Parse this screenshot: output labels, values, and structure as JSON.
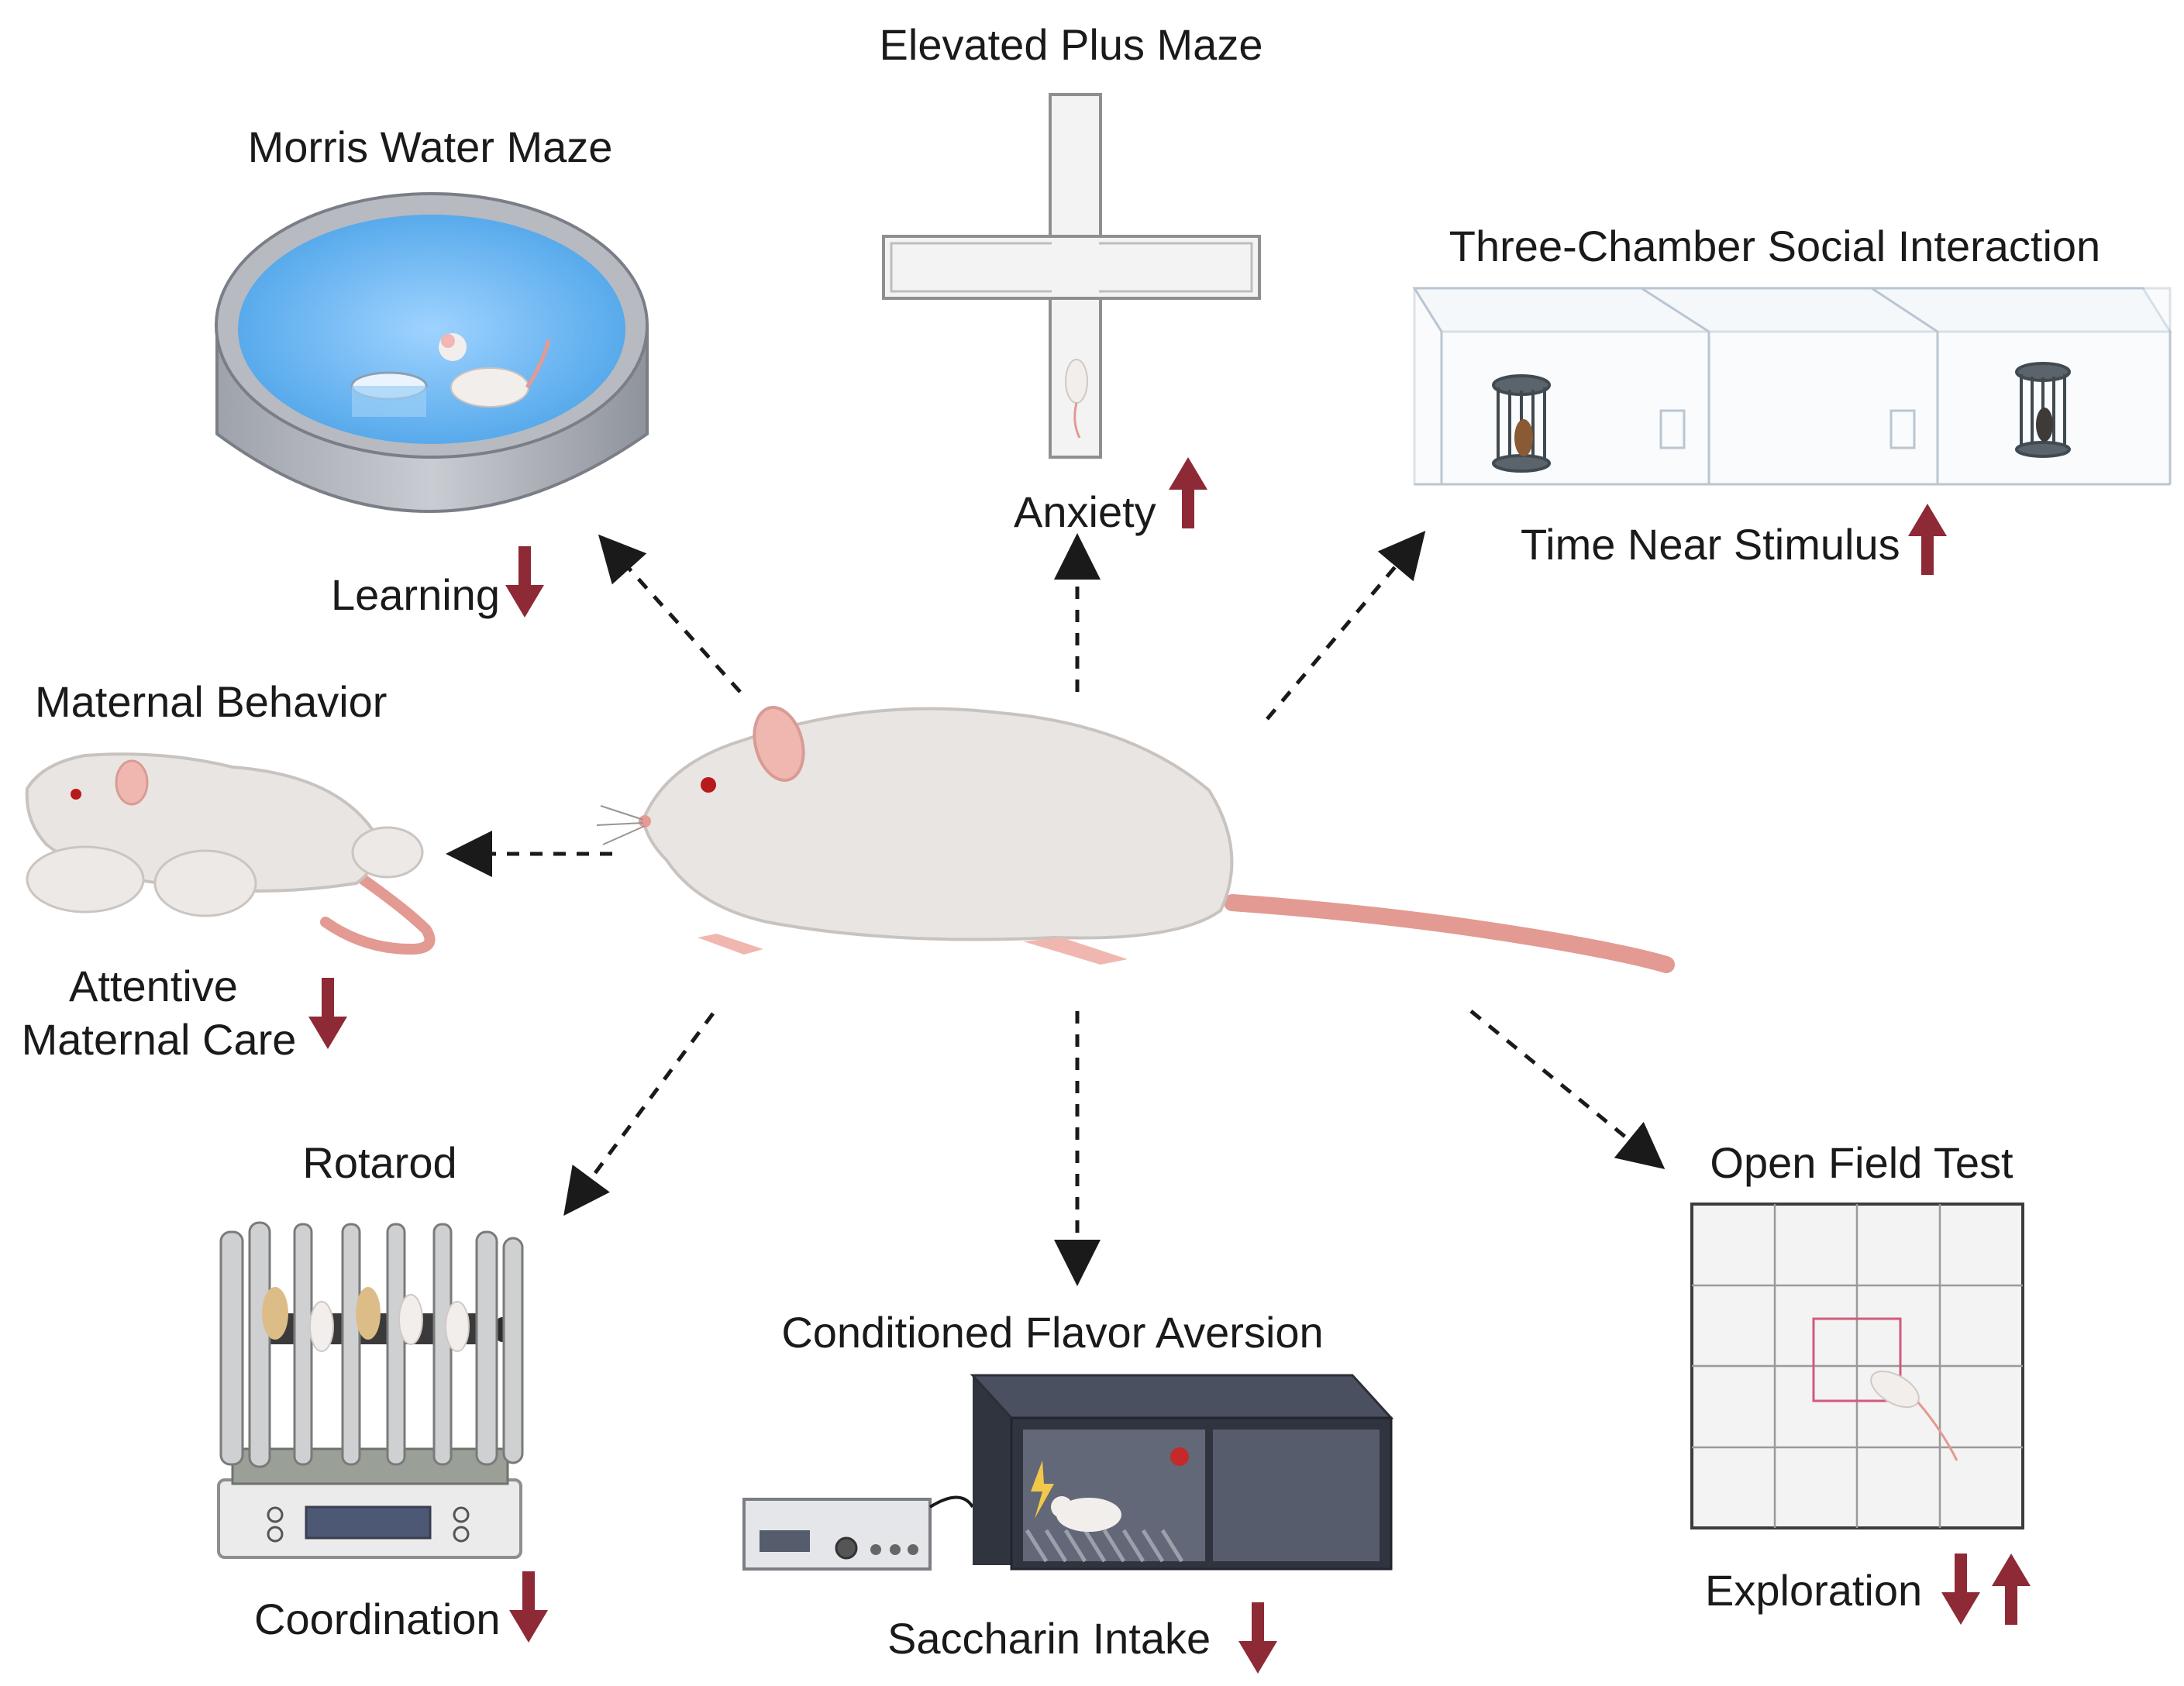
{
  "tests": {
    "elevated_plus_maze": {
      "title": "Elevated Plus Maze",
      "outcome": "Anxiety",
      "direction": "up"
    },
    "morris_water_maze": {
      "title": "Morris Water Maze",
      "outcome": "Learning",
      "direction": "down"
    },
    "three_chamber": {
      "title": "Three-Chamber Social Interaction",
      "outcome": "Time Near Stimulus",
      "direction": "up"
    },
    "maternal_behavior": {
      "title": "Maternal Behavior",
      "outcome_line1": "Attentive",
      "outcome_line2": "Maternal Care",
      "direction": "down"
    },
    "rotarod": {
      "title": "Rotarod",
      "outcome": "Coordination",
      "direction": "down"
    },
    "conditioned_flavor_aversion": {
      "title": "Conditioned Flavor Aversion",
      "outcome": "Saccharin Intake",
      "direction": "down"
    },
    "open_field_test": {
      "title": "Open Field Test",
      "outcome": "Exploration",
      "direction": "down-and-up"
    }
  },
  "colors": {
    "effect_arrow": "#8e2a35",
    "rat_body": "#e9e5e2",
    "rat_tail": "#e29a92",
    "water": "#6ab4ef",
    "cfa_box": "#3c4150"
  },
  "icons": [
    "rat",
    "water-maze",
    "plus-maze",
    "three-chamber-box",
    "rotarod-apparatus",
    "shock-box",
    "open-field-grid"
  ]
}
